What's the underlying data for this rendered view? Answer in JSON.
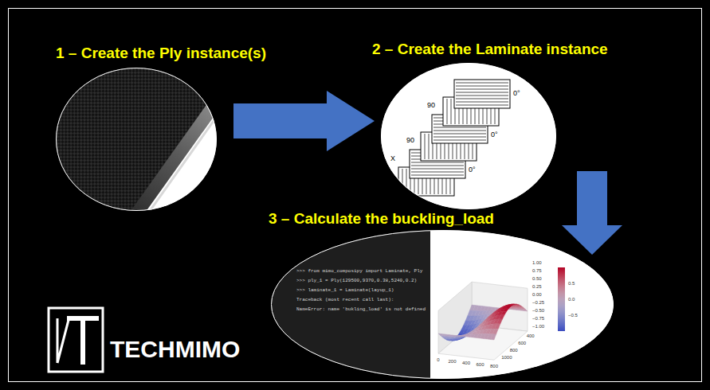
{
  "diagram": {
    "nodes": [
      {
        "text": [
          "1 – Create the Ply instance(s)"
        ]
      },
      {
        "text": [
          "2 – Create the Laminate instance"
        ]
      },
      {
        "text": [
          "3 – Calculate the buckling_load"
        ]
      }
    ],
    "edges": [
      {
        "from": 0,
        "to": 1,
        "arrow": "to"
      },
      {
        "from": 1,
        "to": 2,
        "arrow": "to"
      }
    ],
    "labels": [
      "0°",
      "0°",
      "0°",
      "90",
      "90",
      "X",
      ">>> from mimo_composipy import Laminate, Ply",
      ">>> ply_1 = Ply(129500,9370,0.38,5240,0.2)",
      ">>> laminate_1 = Laminate(layup_1)",
      "Traceback (most recent call last):",
      "NameError: name 'bukling_load' is not defined",
      "1.00",
      "0.75",
      "0.50",
      "0.25",
      "0.00",
      "−0.25",
      "−0.50",
      "−0.75",
      "−1.00",
      "0.5",
      "0.0",
      "−0.5",
      "0",
      "200",
      "400",
      "600",
      "800",
      "1000",
      "800",
      "600",
      "400",
      "TECHMIMO"
    ]
  }
}
